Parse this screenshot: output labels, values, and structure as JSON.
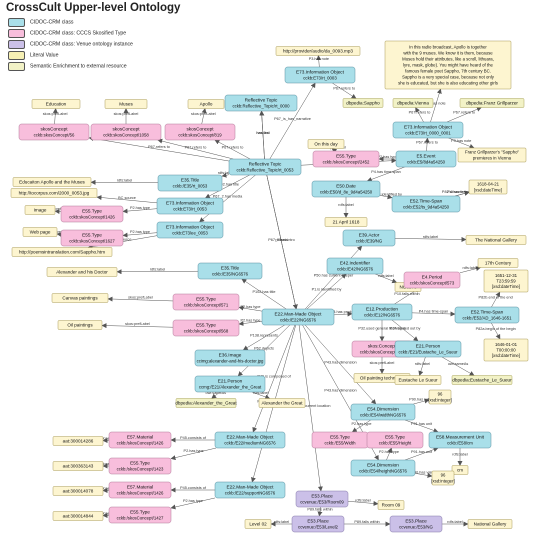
{
  "title": "CrossCult Upper-level Ontology",
  "legend": [
    {
      "label": "CIDOC-CRM class",
      "color": "#a9dfe9"
    },
    {
      "label": "CIDOC-CRM class: CCCS Skosified Type",
      "color": "#f8bedc"
    },
    {
      "label": "CIDOC-CRM class: Venue ontology instance",
      "color": "#cbc0e8"
    },
    {
      "label": "Literal Value",
      "color": "#f6f0b4"
    },
    {
      "label": "Semantic Enrichment to external resource",
      "color": "#f2f2c6"
    }
  ],
  "colors": {
    "crm": "#a9dfe9",
    "skos": "#f8bedc",
    "venue": "#cbc0e8",
    "literal": "#fdf5d0",
    "ext": "#f2f2c6",
    "line": "#555555"
  },
  "nodes": [
    {
      "id": "t_edu",
      "type": "literal",
      "lines": [
        "Education"
      ]
    },
    {
      "id": "t_muses",
      "type": "literal",
      "lines": [
        "Muses"
      ]
    },
    {
      "id": "t_apollo",
      "type": "literal",
      "lines": [
        "Apollo"
      ]
    },
    {
      "id": "sc56",
      "type": "skos",
      "lines": [
        "skosConcept",
        "cckb:skosConcept/56"
      ]
    },
    {
      "id": "sc1058",
      "type": "skos",
      "lines": [
        "skosConcept",
        "cckb:skosConcept/1058"
      ]
    },
    {
      "id": "sc819",
      "type": "skos",
      "lines": [
        "skosConcept",
        "cckb:skosConcept/819"
      ]
    },
    {
      "id": "rt0000",
      "type": "crm",
      "lines": [
        "Reflective Topic",
        "cckb:Reflective_Topic/rt_0000"
      ]
    },
    {
      "id": "rt0053",
      "type": "crm",
      "lines": [
        "Reflective Topic",
        "cckb:Reflective_Topic/rt_0053"
      ]
    },
    {
      "id": "t_eduapollo",
      "type": "literal",
      "lines": [
        "Educaiton Apollo and the Muses"
      ]
    },
    {
      "id": "t_url1",
      "type": "literal",
      "lines": [
        "http://tocorpus.com/2000_0053.jpg"
      ]
    },
    {
      "id": "t_image1",
      "type": "literal",
      "lines": [
        "Image"
      ]
    },
    {
      "id": "t_webpage",
      "type": "literal",
      "lines": [
        "Web page"
      ]
    },
    {
      "id": "t_url2",
      "type": "literal",
      "lines": [
        "http://poemsintranslation.com/Sappho.htm"
      ]
    },
    {
      "id": "st1426",
      "type": "skos",
      "lines": [
        "E55.Type",
        "cckb:skosConcept/1426"
      ]
    },
    {
      "id": "st1627",
      "type": "skos",
      "lines": [
        "E55.Type",
        "cckb:skosConcept/1627"
      ]
    },
    {
      "id": "e35_0053",
      "type": "crm",
      "lines": [
        "E35.Title",
        "cckb:/E35/rt_0053"
      ]
    },
    {
      "id": "e73_0053a",
      "type": "crm",
      "lines": [
        "E73.Information Object",
        "cckb:E73/rt_0053"
      ]
    },
    {
      "id": "e73_0053b",
      "type": "crm",
      "lines": [
        "E73.Information Object",
        "cckb:E73/ee_0053"
      ]
    },
    {
      "id": "t_url3",
      "type": "literal",
      "lines": [
        "http://provider/audio/da_0093.mp3"
      ]
    },
    {
      "id": "e73_0003",
      "type": "crm",
      "lines": [
        "E73.Information Object",
        "cckb:E73/rt_0003"
      ]
    },
    {
      "id": "t_onthisday",
      "type": "literal",
      "lines": [
        "On this day"
      ]
    },
    {
      "id": "st2452",
      "type": "skos",
      "lines": [
        "E55.Type",
        "cckb:/skosConcept/2452"
      ]
    },
    {
      "id": "e5_event",
      "type": "crm",
      "lines": [
        "E5.Event",
        "cckb:E5/8d4a54250"
      ]
    },
    {
      "id": "e50_date",
      "type": "crm",
      "lines": [
        "E50.Date",
        "cckb:E50/d_8e_9d4a54250"
      ]
    },
    {
      "id": "t_date1",
      "type": "literal",
      "lines": [
        "21 April 1618"
      ]
    },
    {
      "id": "e52_ts1",
      "type": "crm",
      "lines": [
        "E52.Time-Span",
        "cckb:E52/ts_9d4a54250"
      ]
    },
    {
      "id": "t_date2",
      "type": "literal",
      "lines": [
        "1618-04-21",
        "[xsd:dateTime]"
      ]
    },
    {
      "id": "t_textnote",
      "type": "literal",
      "lines": [
        "In this radio broadcast, Apollo is together",
        "with the 9 muses. We know it is them, because",
        "Muses hold their attributes, like a scroll, lithuara,",
        "lyre, mask, globe). You might have heard of the",
        "famous female poet Sappho, 7th century BC.",
        "Sappho is a very special case, because not only",
        "she is educated, but she is also educating other girls"
      ]
    },
    {
      "id": "dbp_sappho",
      "type": "ext",
      "lines": [
        "dbpedia:Sappho"
      ]
    },
    {
      "id": "dbp_vienna",
      "type": "ext",
      "lines": [
        "dbpedia:Vienna"
      ]
    },
    {
      "id": "dbp_franz",
      "type": "ext",
      "lines": [
        "dbpedia:Franz Grillparzer"
      ]
    },
    {
      "id": "e73_1003",
      "type": "crm",
      "lines": [
        "E73.Information Object",
        "cckb:E73/rt_0000_0001"
      ]
    },
    {
      "id": "t_franz",
      "type": "literal",
      "lines": [
        "Franz Grillparzer's \"Sappho\"",
        "premieres in Vienna"
      ]
    },
    {
      "id": "e39_actor",
      "type": "crm",
      "lines": [
        "E39.Actor",
        "cckb:/E39/NG"
      ]
    },
    {
      "id": "t_natgal1",
      "type": "literal",
      "lines": [
        "The National Gallery"
      ]
    },
    {
      "id": "e42_ident",
      "type": "crm",
      "lines": [
        "E42.Indentifier",
        "cckb:/E42/NG6576"
      ]
    },
    {
      "id": "t_ng6576",
      "type": "literal",
      "lines": [
        "NG6576"
      ]
    },
    {
      "id": "e4_period",
      "type": "skos",
      "lines": [
        "E4.Period",
        "cckb:/skosConcept/573"
      ]
    },
    {
      "id": "t_17c",
      "type": "literal",
      "lines": [
        "17th Century"
      ]
    },
    {
      "id": "e35_ng",
      "type": "crm",
      "lines": [
        "E35.Title",
        "cckb:/E35/NG6576"
      ]
    },
    {
      "id": "t_alexdoc",
      "type": "literal",
      "lines": [
        "Alexander and his Doctor"
      ]
    },
    {
      "id": "t_canvas",
      "type": "literal",
      "lines": [
        "Canvas paintings"
      ]
    },
    {
      "id": "st571",
      "type": "skos",
      "lines": [
        "E55.Type",
        "cckb:/skosConcept/571"
      ]
    },
    {
      "id": "t_oil",
      "type": "literal",
      "lines": [
        "Oil paintings"
      ]
    },
    {
      "id": "st568",
      "type": "skos",
      "lines": [
        "E55.Type",
        "cckb:/skosConcept/568"
      ]
    },
    {
      "id": "e22_ng",
      "type": "crm",
      "lines": [
        "E22.Man-Made Object",
        "cckb:/E22/NG6576"
      ]
    },
    {
      "id": "e12_prod",
      "type": "crm",
      "lines": [
        "E12.Production",
        "cckb:/E12/NG6576"
      ]
    },
    {
      "id": "e52_ts2",
      "type": "crm",
      "lines": [
        "E52.Time-Span",
        "cckb:/E52/AD_1646-1651"
      ]
    },
    {
      "id": "t_date3",
      "type": "literal",
      "lines": [
        "1651-12-31",
        "T23:59:59",
        "[xsd:dateTime]"
      ]
    },
    {
      "id": "t_date4",
      "type": "literal",
      "lines": [
        "1646-01-01",
        "T00:00:00",
        "[xsd:dateTime]"
      ]
    },
    {
      "id": "e36_img",
      "type": "crm",
      "lines": [
        "E36.Image",
        "ccimg:alexander-and-his-doctor.jpg"
      ]
    },
    {
      "id": "e21_alex",
      "type": "crm",
      "lines": [
        "E21.Person",
        "ccmg:/E21/Alexander_the_Great"
      ]
    },
    {
      "id": "dbp_alex",
      "type": "ext",
      "lines": [
        "dbpedia:Alexander_the_Great"
      ]
    },
    {
      "id": "t_alexgreat",
      "type": "literal",
      "lines": [
        "Alexander the Great"
      ]
    },
    {
      "id": "sc257",
      "type": "skos",
      "lines": [
        "skos:Concept",
        "cckb:/skosConcept/257"
      ]
    },
    {
      "id": "t_oiltech",
      "type": "literal",
      "lines": [
        "Oil painting technique"
      ]
    },
    {
      "id": "e21_lesueur",
      "type": "crm",
      "lines": [
        "E21.Person",
        "cckb:/E21/Eustache_Le_Sueur"
      ]
    },
    {
      "id": "t_eustache",
      "type": "literal",
      "lines": [
        "Eustache Le Sueur"
      ]
    },
    {
      "id": "dbp_eustache",
      "type": "ext",
      "lines": [
        "dbpedia:Eustache_Le_Sueur"
      ]
    },
    {
      "id": "e54_width",
      "type": "crm",
      "lines": [
        "E54.Dimension",
        "cckb:/E54/widthNG6576"
      ]
    },
    {
      "id": "t_96a",
      "type": "literal",
      "lines": [
        "96",
        "[xsd:integer]"
      ]
    },
    {
      "id": "st_w",
      "type": "skos",
      "lines": [
        "E55.Type",
        "cckb:/E55/Width"
      ]
    },
    {
      "id": "st_h",
      "type": "skos",
      "lines": [
        "E55.Type",
        "cckb:/E55/Height"
      ]
    },
    {
      "id": "e58_cm",
      "type": "crm",
      "lines": [
        "E58.Measurement Unit",
        "cckb:/E58/cm"
      ]
    },
    {
      "id": "t_cm",
      "type": "literal",
      "lines": [
        "cm"
      ]
    },
    {
      "id": "e54_height",
      "type": "crm",
      "lines": [
        "E54.Dimension",
        "cckb:/E54/heightNG6576"
      ]
    },
    {
      "id": "t_96b",
      "type": "literal",
      "lines": [
        "96",
        "[xsd:integer]"
      ]
    },
    {
      "id": "t_aat1",
      "type": "literal",
      "lines": [
        "aat:300014286"
      ]
    },
    {
      "id": "e57_canvas",
      "type": "skos",
      "lines": [
        "E57.Material",
        "cckb:/skosConcept/1426"
      ]
    },
    {
      "id": "e22_medium",
      "type": "crm",
      "lines": [
        "E22.Man-Made Object",
        "cckb:/E22/mediumNG6576"
      ]
    },
    {
      "id": "t_aat2",
      "type": "literal",
      "lines": [
        "aat:300363143"
      ]
    },
    {
      "id": "st1423",
      "type": "skos",
      "lines": [
        "E55.Type",
        "cckb:/skosConcept/1423"
      ]
    },
    {
      "id": "t_aat3",
      "type": "literal",
      "lines": [
        "aat:300014078"
      ]
    },
    {
      "id": "e57_oil",
      "type": "skos",
      "lines": [
        "E57.Material",
        "cckb:/skosConcept/1426"
      ]
    },
    {
      "id": "e22_support",
      "type": "crm",
      "lines": [
        "E22.Man-Made Object",
        "cckb:/E22/supportNG6576"
      ]
    },
    {
      "id": "t_aat4",
      "type": "literal",
      "lines": [
        "aat:300014844"
      ]
    },
    {
      "id": "st1427",
      "type": "skos",
      "lines": [
        "E55.Type",
        "cckb:/skosConcept/1427"
      ]
    },
    {
      "id": "e53_room",
      "type": "venue",
      "lines": [
        "E53.Place",
        "ccvenue:/E53/Room09"
      ]
    },
    {
      "id": "t_room9",
      "type": "literal",
      "lines": [
        "Room 09"
      ]
    },
    {
      "id": "e53_level",
      "type": "venue",
      "lines": [
        "E53.Place",
        "ccvenue:/E53/Level2"
      ]
    },
    {
      "id": "t_level2",
      "type": "literal",
      "lines": [
        "Level 02"
      ]
    },
    {
      "id": "e53_ng",
      "type": "venue",
      "lines": [
        "E53.Place",
        "ccvenue:/E53/NG"
      ]
    },
    {
      "id": "t_natgal2",
      "type": "literal",
      "lines": [
        "National Gallery"
      ]
    }
  ],
  "edges": [
    {
      "from": "sc56",
      "to": "t_edu",
      "label": "skos:prefLabel"
    },
    {
      "from": "sc1058",
      "to": "t_muses",
      "label": "skos:prefLabel"
    },
    {
      "from": "sc819",
      "to": "t_apollo",
      "label": "skos:prefLabel"
    },
    {
      "from": "rt0053",
      "to": "rt0000",
      "label": "has first"
    },
    {
      "from": "rt0053",
      "to": "rt0000",
      "label": "has last"
    },
    {
      "from": "rt0053",
      "to": "sc56",
      "label": "P67.refers to"
    },
    {
      "from": "rt0053",
      "to": "sc1058",
      "label": "P67.refers to"
    },
    {
      "from": "rt0053",
      "to": "sc819",
      "label": "P67.refers to"
    },
    {
      "from": "rt0053",
      "to": "e73_0003",
      "label": "P67_is_has_narrative"
    },
    {
      "from": "rt0053",
      "to": "e5_event",
      "label": "P148.has component"
    },
    {
      "from": "rt0053",
      "to": "e35_0053",
      "label": "rdfs:label"
    },
    {
      "from": "rt0053",
      "to": "e73_0053a",
      "label": "P102.has title"
    },
    {
      "from": "rt0053",
      "to": "e73_0053b",
      "label": "P67_2.has media"
    },
    {
      "from": "rt0053",
      "to": "e22_ng",
      "label": "P67_3.has intro"
    },
    {
      "from": "rt0053",
      "to": "e22_ng",
      "label": "reflects"
    },
    {
      "from": "e35_0053",
      "to": "t_eduapollo",
      "label": "rdfs:label"
    },
    {
      "from": "e73_0053a",
      "to": "t_url1",
      "label": "BC source"
    },
    {
      "from": "e73_0053a",
      "to": "st1426",
      "label": "P2.has type"
    },
    {
      "from": "e73_0053b",
      "to": "st1627",
      "label": "P2.has type"
    },
    {
      "from": "e73_0053b",
      "to": "t_url2",
      "label": "BC source"
    },
    {
      "from": "st1426",
      "to": "t_image1",
      "label": "skos:prefLabel"
    },
    {
      "from": "st1627",
      "to": "t_webpage",
      "label": "skos:prefLabel"
    },
    {
      "from": "e73_0003",
      "to": "t_url3",
      "label": "P3.has note"
    },
    {
      "from": "e73_0003",
      "to": "dbp_sappho",
      "label": "P67.refers to"
    },
    {
      "from": "e5_event",
      "to": "st2452",
      "label": "P2.has type"
    },
    {
      "from": "st2452",
      "to": "t_onthisday",
      "label": "skos:prefLabel"
    },
    {
      "from": "e5_event",
      "to": "e50_date",
      "label": "P4.has time-span"
    },
    {
      "from": "e5_event",
      "to": "e73_1003",
      "label": "P67.refers to"
    },
    {
      "from": "e73_1003",
      "to": "dbp_vienna",
      "label": "P67.refers to"
    },
    {
      "from": "e73_1003",
      "to": "dbp_franz",
      "label": "P67.refers to"
    },
    {
      "from": "e73_1003",
      "to": "t_textnote",
      "label": "P3.has note"
    },
    {
      "from": "e73_1003",
      "to": "t_franz",
      "label": "P3.has note"
    },
    {
      "from": "e50_date",
      "to": "t_date1",
      "label": "rdfs:label"
    },
    {
      "from": "e50_date",
      "to": "e52_ts1",
      "label": "P78.is identified by"
    },
    {
      "from": "e52_ts1",
      "to": "t_date2",
      "label": "P82.at some time within"
    },
    {
      "from": "e52_ts1",
      "to": "t_date2",
      "label": "P4.has time-span"
    },
    {
      "from": "e22_ng",
      "to": "e39_actor",
      "label": "P50.has current keeper"
    },
    {
      "from": "e39_actor",
      "to": "t_natgal1",
      "label": "rdfs:label"
    },
    {
      "from": "e22_ng",
      "to": "e42_ident",
      "label": "P1.is identified by"
    },
    {
      "from": "e42_ident",
      "to": "t_ng6576",
      "label": "rdfs:label"
    },
    {
      "from": "e12_prod",
      "to": "e4_period",
      "label": "P10.falls within"
    },
    {
      "from": "e4_period",
      "to": "t_17c",
      "label": "rdfs:label"
    },
    {
      "from": "e22_ng",
      "to": "e12_prod",
      "label": "P108.has produced"
    },
    {
      "from": "e22_ng",
      "to": "e35_ng",
      "label": "P102.has title"
    },
    {
      "from": "e35_ng",
      "to": "t_alexdoc",
      "label": "rdfs:label"
    },
    {
      "from": "e22_ng",
      "to": "st571",
      "label": "P2.has type"
    },
    {
      "from": "st571",
      "to": "t_canvas",
      "label": "skos:prefLabel"
    },
    {
      "from": "e22_ng",
      "to": "st568",
      "label": "P2.has type"
    },
    {
      "from": "st568",
      "to": "t_oil",
      "label": "skos:prefLabel"
    },
    {
      "from": "e12_prod",
      "to": "e52_ts2",
      "label": "P4.has time-span"
    },
    {
      "from": "e52_ts2",
      "to": "t_date3",
      "label": "P82b.end of the end"
    },
    {
      "from": "e52_ts2",
      "to": "t_date4",
      "label": "P82a.begin of the begin"
    },
    {
      "from": "e12_prod",
      "to": "sc257",
      "label": "P32.used general technique"
    },
    {
      "from": "sc257",
      "to": "t_oiltech",
      "label": "skos:prefLabel"
    },
    {
      "from": "e12_prod",
      "to": "e21_lesueur",
      "label": "P14.carried out by"
    },
    {
      "from": "e21_lesueur",
      "to": "t_eustache",
      "label": "rdfs:label"
    },
    {
      "from": "e21_lesueur",
      "to": "dbp_eustache",
      "label": "owl:sameAs"
    },
    {
      "from": "e22_ng",
      "to": "e36_img",
      "label": "P138.represents"
    },
    {
      "from": "e22_ng",
      "to": "e21_alex",
      "label": "P62.depicts"
    },
    {
      "from": "e21_alex",
      "to": "dbp_alex",
      "label": "owl:sameAs"
    },
    {
      "from": "e21_alex",
      "to": "t_alexgreat",
      "label": "rdfs:label"
    },
    {
      "from": "e22_ng",
      "to": "e54_width",
      "label": "P43.has dimension"
    },
    {
      "from": "e22_ng",
      "to": "e54_height",
      "label": "P43.has dimension"
    },
    {
      "from": "e54_width",
      "to": "t_96a",
      "label": "P90.has value"
    },
    {
      "from": "e54_width",
      "to": "st_w",
      "label": "P2.has type"
    },
    {
      "from": "e54_width",
      "to": "e58_cm",
      "label": "P91.has unit"
    },
    {
      "from": "e54_height",
      "to": "st_h",
      "label": "P2.has type"
    },
    {
      "from": "e54_height",
      "to": "e58_cm",
      "label": "P91.has unit"
    },
    {
      "from": "e54_height",
      "to": "t_96b",
      "label": "P90.has value"
    },
    {
      "from": "e58_cm",
      "to": "t_cm",
      "label": "rdfs:label"
    },
    {
      "from": "e22_ng",
      "to": "e22_medium",
      "label": "P46.is composed of"
    },
    {
      "from": "e22_ng",
      "to": "e22_support",
      "label": "P46.is composed of"
    },
    {
      "from": "e22_medium",
      "to": "e57_canvas",
      "label": "P45.consists of"
    },
    {
      "from": "e22_medium",
      "to": "st1423",
      "label": "P2.has type"
    },
    {
      "from": "e57_canvas",
      "to": "t_aat1",
      "label": "skos:closeMatch"
    },
    {
      "from": "st1423",
      "to": "t_aat2",
      "label": "skos:closeMatch"
    },
    {
      "from": "e22_support",
      "to": "e57_oil",
      "label": "P45.consists of"
    },
    {
      "from": "e22_support",
      "to": "st1427",
      "label": "P2.has type"
    },
    {
      "from": "e57_oil",
      "to": "t_aat3",
      "label": "skos:closeMatch"
    },
    {
      "from": "st1427",
      "to": "t_aat4",
      "label": "skos:closeMatch"
    },
    {
      "from": "e22_ng",
      "to": "e53_room",
      "label": "P55.has current location"
    },
    {
      "from": "e53_room",
      "to": "t_room9",
      "label": "rdfs:label"
    },
    {
      "from": "e53_room",
      "to": "e53_level",
      "label": "P89.falls within"
    },
    {
      "from": "e53_level",
      "to": "t_level2",
      "label": "rdfs:label"
    },
    {
      "from": "e53_level",
      "to": "e53_ng",
      "label": "P89.falls within"
    },
    {
      "from": "e53_ng",
      "to": "t_natgal2",
      "label": "rdfs:label"
    }
  ]
}
